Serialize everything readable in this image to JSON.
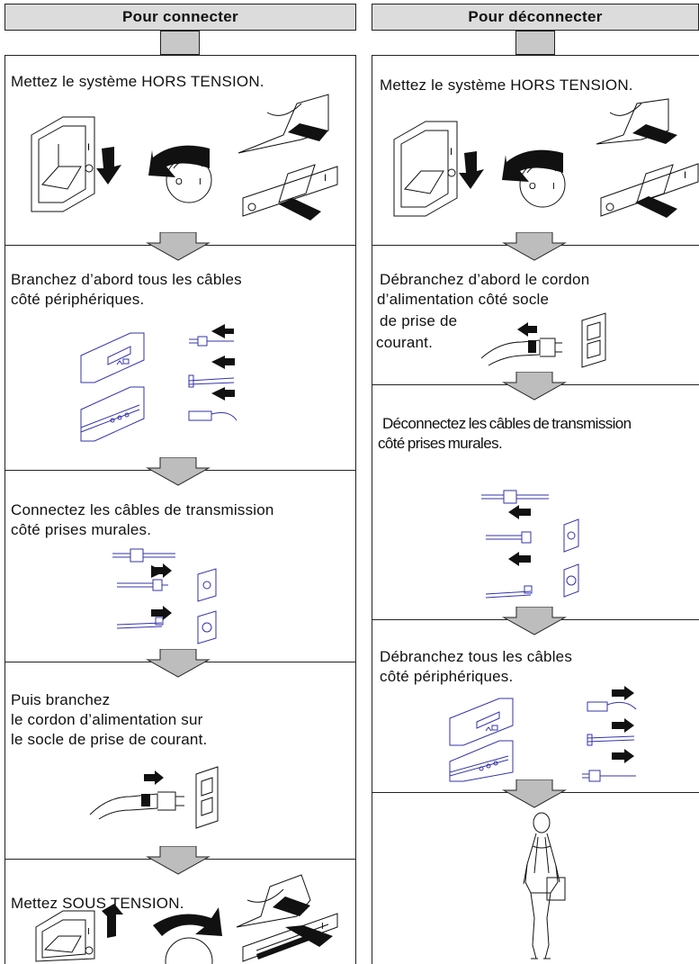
{
  "left": {
    "header": "Pour connecter",
    "steps": [
      {
        "text": "Mettez le système HORS TENSION."
      },
      {
        "line1": "Branchez d’abord tous les câbles",
        "line2": "côté périphériques."
      },
      {
        "line1": "Connectez les câbles de transmission",
        "line2": "côté prises murales."
      },
      {
        "line1": "Puis branchez",
        "line2": "le cordon d’alimentation sur",
        "line3": "le socle de prise de courant."
      },
      {
        "text": "Mettez SOUS TENSION."
      }
    ]
  },
  "right": {
    "header": "Pour déconnecter",
    "steps": [
      {
        "text": "Mettez le système HORS TENSION."
      },
      {
        "line1": "Débranchez d’abord le cordon",
        "line2": "d’alimentation côté socle",
        "line3": "de prise de",
        "line4": "courant."
      },
      {
        "line1": "Déconnectez les câbles de transmission",
        "line2": "côté prises murales."
      },
      {
        "line1": "Débranchez tous les câbles",
        "line2": "côté périphériques."
      }
    ]
  },
  "colors": {
    "cable": "#3333aa",
    "header_bg": "#dcdcdc",
    "arrow_fill": "#bdbdbd",
    "ink": "#111111"
  }
}
